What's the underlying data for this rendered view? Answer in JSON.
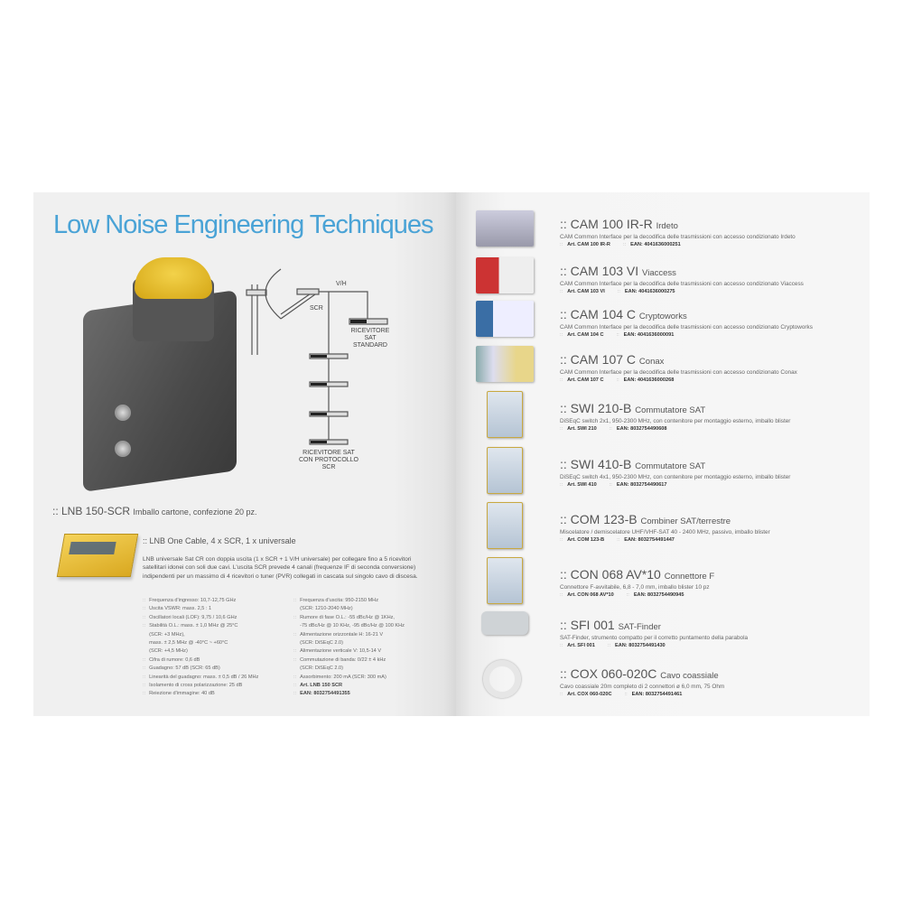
{
  "title": "Low Noise Engineering Techniques",
  "diagram": {
    "vh": "V/H",
    "scr": "SCR",
    "standard": "RICEVITORE SAT STANDARD",
    "scr_receiver": "RICEVITORE SAT  CON PROTOCOLLO SCR"
  },
  "lnb": {
    "heading": ":: LNB 150-SCR",
    "heading_sub": "Imballo cartone, confezione 20 pz.",
    "subheading": ":: LNB One Cable, 4 x SCR, 1 x universale",
    "description": "LNB universale Sat CR con doppia uscita (1 x SCR + 1 V/H universale) per collegare fino a 5 ricevitori satellitari idonei con soli due cavi. L'uscita SCR prevede 4 canali (frequenze IF di seconda conversione) indipendenti per un massimo di 4 ricevitori o tuner (PVR) collegati in cascata sul singolo cavo di discesa.",
    "specs_left": [
      "Frequenza d'ingresso: 10,7-12,75 GHz",
      "Uscita VSWR: mass. 2,5 : 1",
      "Oscillatori locali (LOF): 9,75 / 10,6 GHz",
      "Stabilità O.L.: mass. ± 1,0 MHz @ 25°C",
      "(SCR: +3 MHz),",
      "mass. ± 2,5 MHz @ -40°C ~ +60°C",
      "(SCR: +4,5 MHz)",
      "Cifra di rumore: 0,6 dB",
      "Guadagno: 57 dB (SCR: 65 dB)",
      "Linearità del guadagno: mass. ± 0,5 dB / 26 MHz",
      "Isolamento di cross polarizzazione: 25 dB",
      "Reiezione d'immagine: 40 dB"
    ],
    "specs_right": [
      "Frequenza d'uscita: 950-2150 MHz",
      "(SCR: 1210-2040 MHz)",
      "Rumore di fase O.L.: -55 dBc/Hz @ 1KHz,",
      "-75 dBc/Hz @ 10 KHz, -95 dBc/Hz @ 100 KHz",
      "Alimentazione orizzontale H: 16-21 V",
      "(SCR: DiSEqC 2.0)",
      "Alimentazione verticale V: 10,5-14 V",
      "Commutazione di banda: 0/22 ± 4 kHz",
      "(SCR: DiSEqC 2.0)",
      "Assorbimento: 200 mA (SCR: 300 mA)",
      "Art. LNB 150 SCR",
      "EAN: 8032754491355"
    ],
    "marker": "::"
  },
  "products": [
    {
      "code": ":: CAM 100 IR-R",
      "sub": "Irdeto",
      "desc": "CAM Common Interface per la decodifica delle trasmissioni con accesso condizionato Irdeto",
      "art": "Art. CAM 100 IR-R",
      "ean": "EAN: 4041636000251"
    },
    {
      "code": ":: CAM 103 VI",
      "sub": "Viaccess",
      "desc": "CAM Common Interface per la decodifica delle trasmissioni con accesso condizionato Viaccess",
      "art": "Art. CAM 103 VI",
      "ean": "EAN: 4041636000275"
    },
    {
      "code": ":: CAM 104 C",
      "sub": "Cryptoworks",
      "desc": "CAM Common Interface per la decodifica delle trasmissioni con accesso condizionato Cryptoworks",
      "art": "Art. CAM 104 C",
      "ean": "EAN: 4041636000091"
    },
    {
      "code": ":: CAM 107 C",
      "sub": "Conax",
      "desc": "CAM Common Interface per la decodifica delle trasmissioni con accesso condizionato Conax",
      "art": "Art. CAM 107 C",
      "ean": "EAN: 4041636000268"
    },
    {
      "code": ":: SWI 210-B",
      "sub": "Commutatore SAT",
      "desc": "DiSEqC switch 2x1, 950-2300 MHz, con contenitore per montaggio esterno, imballo blister",
      "art": "Art. SWI 210",
      "ean": "EAN: 8032754490608"
    },
    {
      "code": ":: SWI 410-B",
      "sub": "Commutatore SAT",
      "desc": "DiSEqC switch 4x1, 950-2300 MHz, con contenitore per montaggio esterno, imballo blister",
      "art": "Art. SWI 410",
      "ean": "EAN: 8032754490617"
    },
    {
      "code": ":: COM 123-B",
      "sub": "Combiner SAT/terrestre",
      "desc": "Miscelatore / demiscelatore UHF/VHF-SAT 40 - 2400 MHz, passivo, imballo blister",
      "art": "Art. COM 123-B",
      "ean": "EAN: 8032754491447"
    },
    {
      "code": ":: CON 068 AV*10",
      "sub": "Connettore F",
      "desc": "Connettore F-avvitabile, 6,8 - 7,0 mm, imballo blister 10 pz",
      "art": "Art. CON 068 AV*10",
      "ean": "EAN: 8032754490945"
    },
    {
      "code": ":: SFI 001",
      "sub": "SAT-Finder",
      "desc": "SAT-Finder, strumento compatto per il corretto puntamento della parabola",
      "art": "Art. SFI 001",
      "ean": "EAN: 8032754491430"
    },
    {
      "code": ":: COX 060-020C",
      "sub": "Cavo coassiale",
      "desc": "Cavo coassiale 20m completo di 2 connettori ø 6,0 mm, 75 Ohm",
      "art": "Art. COX 060-020C",
      "ean": "EAN: 8032754491461"
    }
  ],
  "colors": {
    "title": "#4aa3d6",
    "cap": "#e0b52a"
  }
}
